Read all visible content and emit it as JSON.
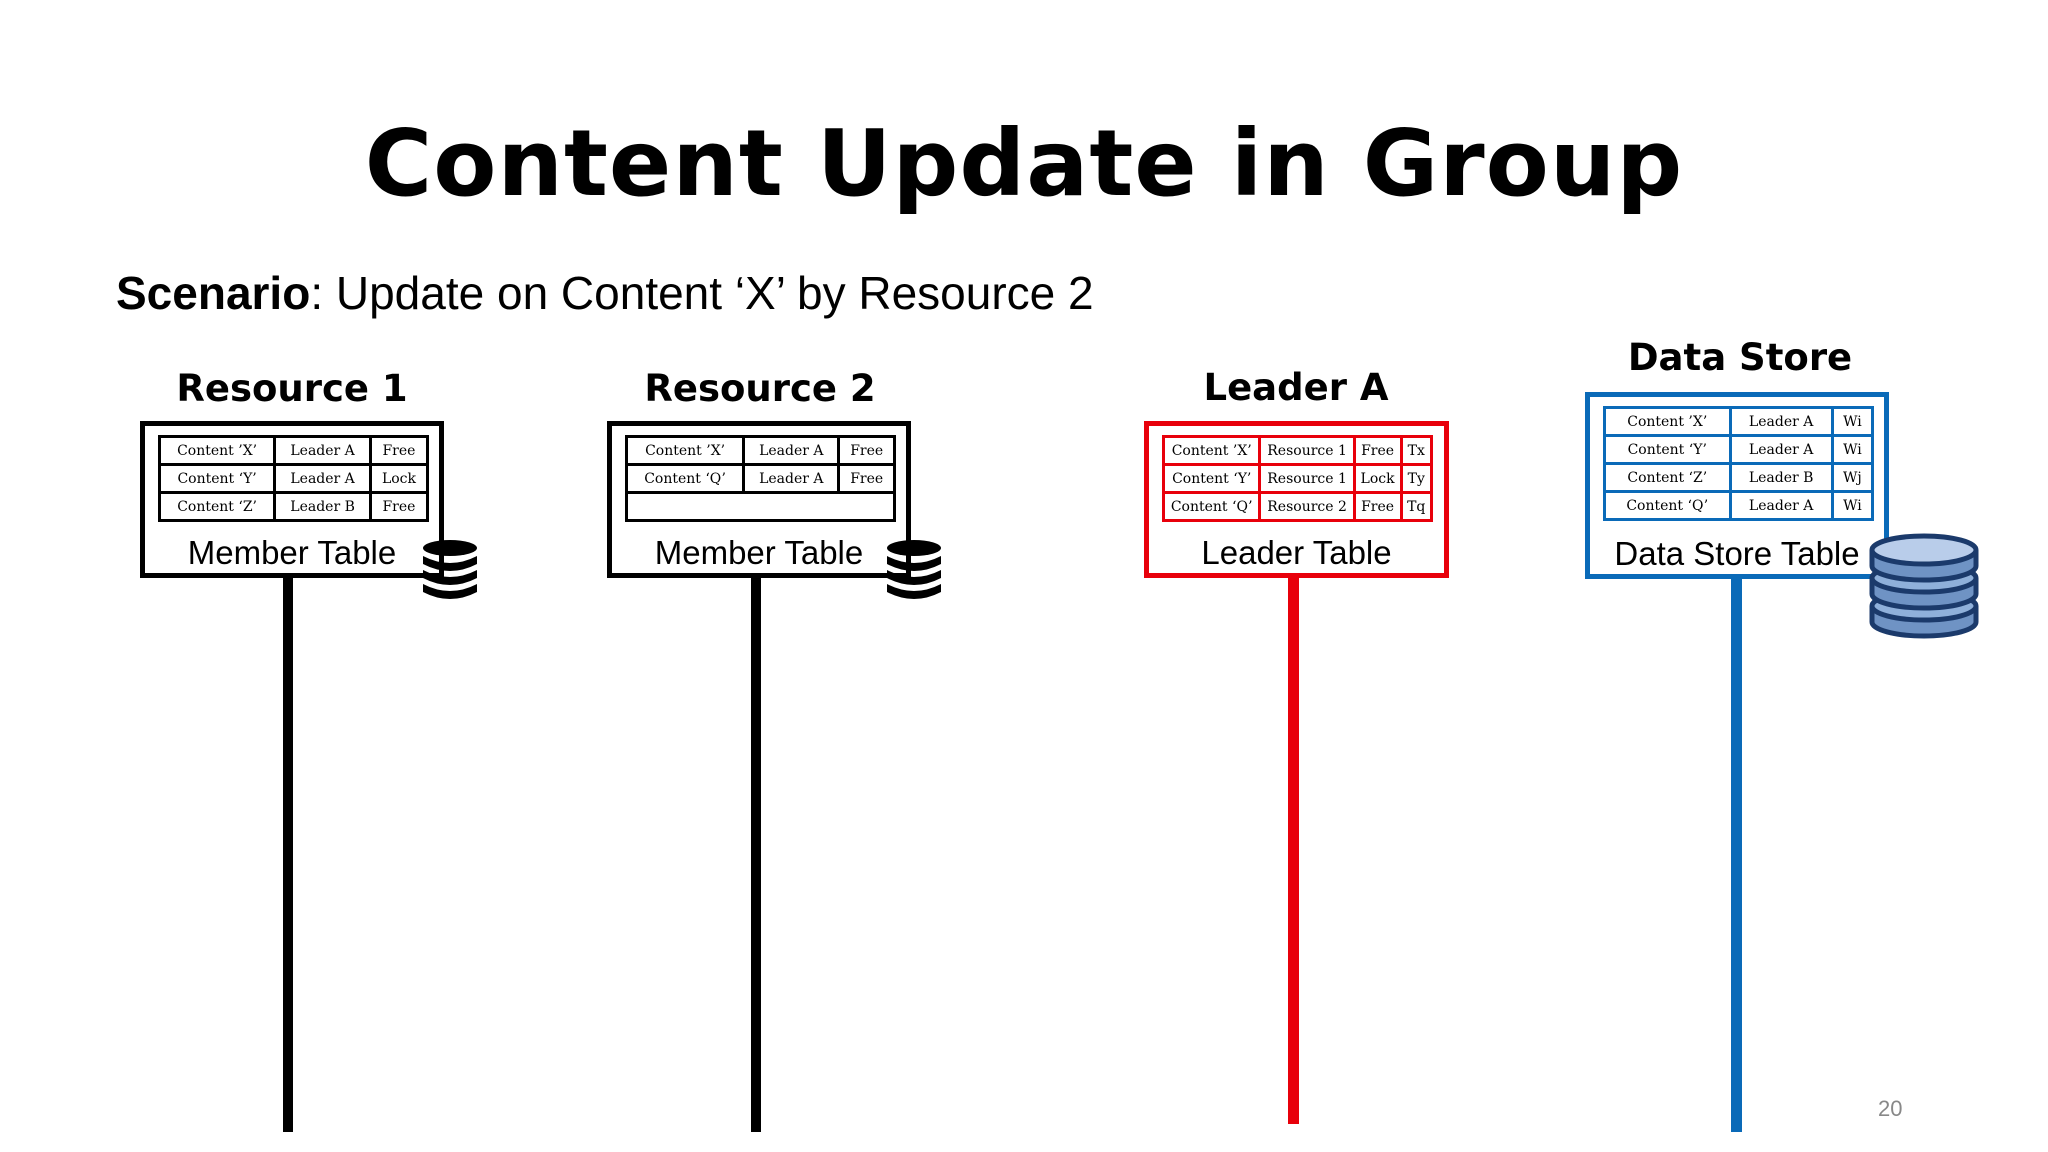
{
  "slide": {
    "title": "Content Update in Group",
    "scenario_bold": "Scenario",
    "scenario_text": ": Update on Content ‘X’ by Resource 2",
    "page_number": "20"
  },
  "colors": {
    "red": "#e8000b",
    "blue": "#0a6ab8",
    "black": "#000000",
    "db_blue": "#1b3a6b",
    "db_light": "#6f93c4"
  },
  "resource1": {
    "title": "Resource 1",
    "caption": "Member Table",
    "rows": [
      [
        "Content ’X’",
        "Leader A",
        "Free"
      ],
      [
        "Content ‘Y’",
        "Leader A",
        "Lock"
      ],
      [
        "Content ‘Z’",
        "Leader B",
        "Free"
      ]
    ]
  },
  "resource2": {
    "title": "Resource 2",
    "caption": "Member Table",
    "rows": [
      [
        "Content ’X’",
        "Leader A",
        "Free"
      ],
      [
        "Content ‘Q’",
        "Leader A",
        "Free"
      ]
    ]
  },
  "leaderA": {
    "title": "Leader A",
    "caption": "Leader Table",
    "rows": [
      [
        "Content ’X’",
        "Resource 1",
        "Free",
        "Tx"
      ],
      [
        "Content ‘Y’",
        "Resource 1",
        "Lock",
        "Ty"
      ],
      [
        "Content ‘Q’",
        "Resource 2",
        "Free",
        "Tq"
      ]
    ]
  },
  "datastore": {
    "title": "Data Store",
    "caption": "Data Store Table",
    "rows": [
      [
        "Content ’X’",
        "Leader A",
        "Wi"
      ],
      [
        "Content ‘Y’",
        "Leader A",
        "Wi"
      ],
      [
        "Content ‘Z’",
        "Leader B",
        "Wj"
      ],
      [
        "Content ‘Q’",
        "Leader A",
        "Wi"
      ]
    ]
  }
}
